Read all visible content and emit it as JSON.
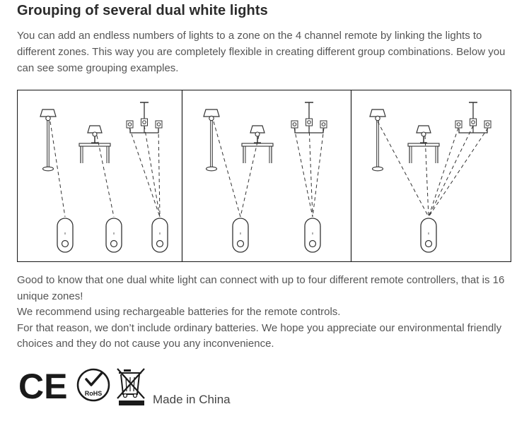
{
  "header": {
    "title": "Grouping of several dual white lights"
  },
  "intro": {
    "text": "You can add an endless numbers of lights to a zone on the 4 channel remote by linking the lights to different zones. This way you are completely flexible in creating different group combinations. Below you can see some grouping examples."
  },
  "notes": {
    "line1": "Good to know that one dual white light can connect with up to four different remote controllers, that is 16 unique zones!",
    "line2": "We recommend using rechargeable batteries for the remote controls.",
    "line3": "For that reason, we don’t include ordinary batteries. We hope you appreciate our environmental friendly choices and they do not cause you any inconvenience."
  },
  "certifications": {
    "ce_mark": "CE",
    "rohs_label": "RoHS",
    "made_in": "Made in China"
  }
}
